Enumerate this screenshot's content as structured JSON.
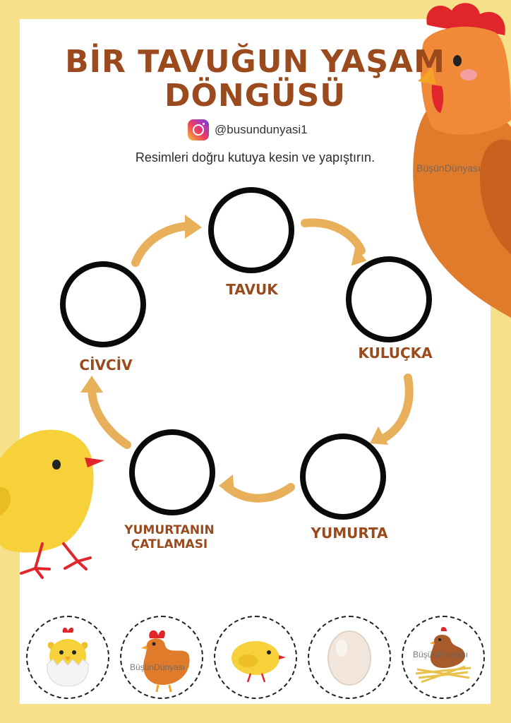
{
  "title_line1": "BİR TAVUĞUN YAŞAM",
  "title_line2": "DÖNGÜSÜ",
  "social": {
    "icon": "instagram-icon",
    "handle": "@busundunyasi1"
  },
  "instruction": "Resimleri doğru kutuya kesin ve yapıştırın.",
  "watermark": "BüşünDünyası",
  "cycle_labels": {
    "tavuk": "TAVUK",
    "kulucka": "KULUÇKA",
    "yumurta": "YUMURTA",
    "catlama": "YUMURTANIN\nÇATLAMASI",
    "civciv": "CİVCİV"
  },
  "cutouts": [
    {
      "icon": "chick-in-cracked-egg-icon"
    },
    {
      "icon": "hen-icon",
      "watermark": "BüşünDünyası"
    },
    {
      "icon": "chick-icon"
    },
    {
      "icon": "egg-icon"
    },
    {
      "icon": "hen-on-nest-icon",
      "watermark": "BüşünDünyası"
    }
  ],
  "colors": {
    "border": "#f6e08a",
    "title": "#9a4a1c",
    "arrow": "#e8b05a",
    "circle": "#0a0a0a"
  }
}
